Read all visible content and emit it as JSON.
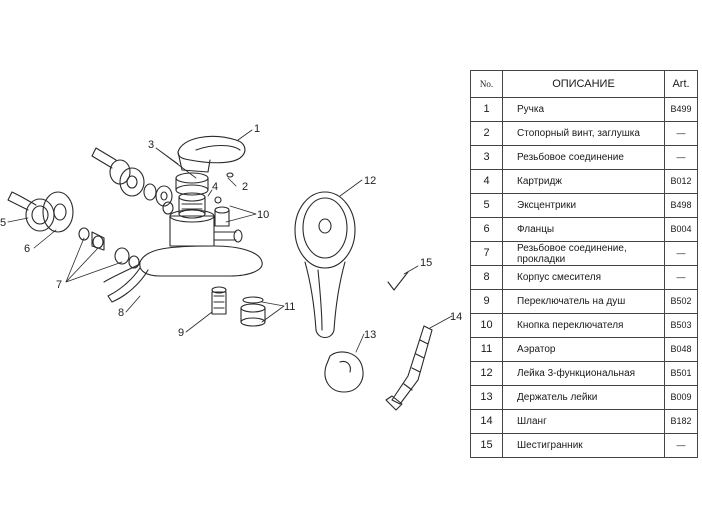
{
  "table": {
    "headers": {
      "num": "No.",
      "desc": "ОПИСАНИЕ",
      "art": "Art."
    },
    "rows": [
      {
        "num": "1",
        "desc": "Ручка",
        "art": "B499"
      },
      {
        "num": "2",
        "desc": "Стопорный винт, заглушка",
        "art": "—"
      },
      {
        "num": "3",
        "desc": "Резьбовое соединение",
        "art": "—"
      },
      {
        "num": "4",
        "desc": "Картридж",
        "art": "B012"
      },
      {
        "num": "5",
        "desc": "Эксцентрики",
        "art": "B498"
      },
      {
        "num": "6",
        "desc": "Фланцы",
        "art": "B004"
      },
      {
        "num": "7",
        "desc": "Резьбовое соединение, прокладки",
        "art": "—"
      },
      {
        "num": "8",
        "desc": "Корпус смесителя",
        "art": "—"
      },
      {
        "num": "9",
        "desc": "Переключатель на душ",
        "art": "B502"
      },
      {
        "num": "10",
        "desc": "Кнопка переключателя",
        "art": "B503"
      },
      {
        "num": "11",
        "desc": "Аэратор",
        "art": "B048"
      },
      {
        "num": "12",
        "desc": "Лейка 3-функциональная",
        "art": "B501"
      },
      {
        "num": "13",
        "desc": "Держатель лейки",
        "art": "B009"
      },
      {
        "num": "14",
        "desc": "Шланг",
        "art": "B182"
      },
      {
        "num": "15",
        "desc": "Шестигранник",
        "art": "—"
      }
    ]
  },
  "callouts": [
    "1",
    "2",
    "3",
    "4",
    "5",
    "6",
    "7",
    "8",
    "9",
    "10",
    "11",
    "12",
    "13",
    "14",
    "15"
  ]
}
